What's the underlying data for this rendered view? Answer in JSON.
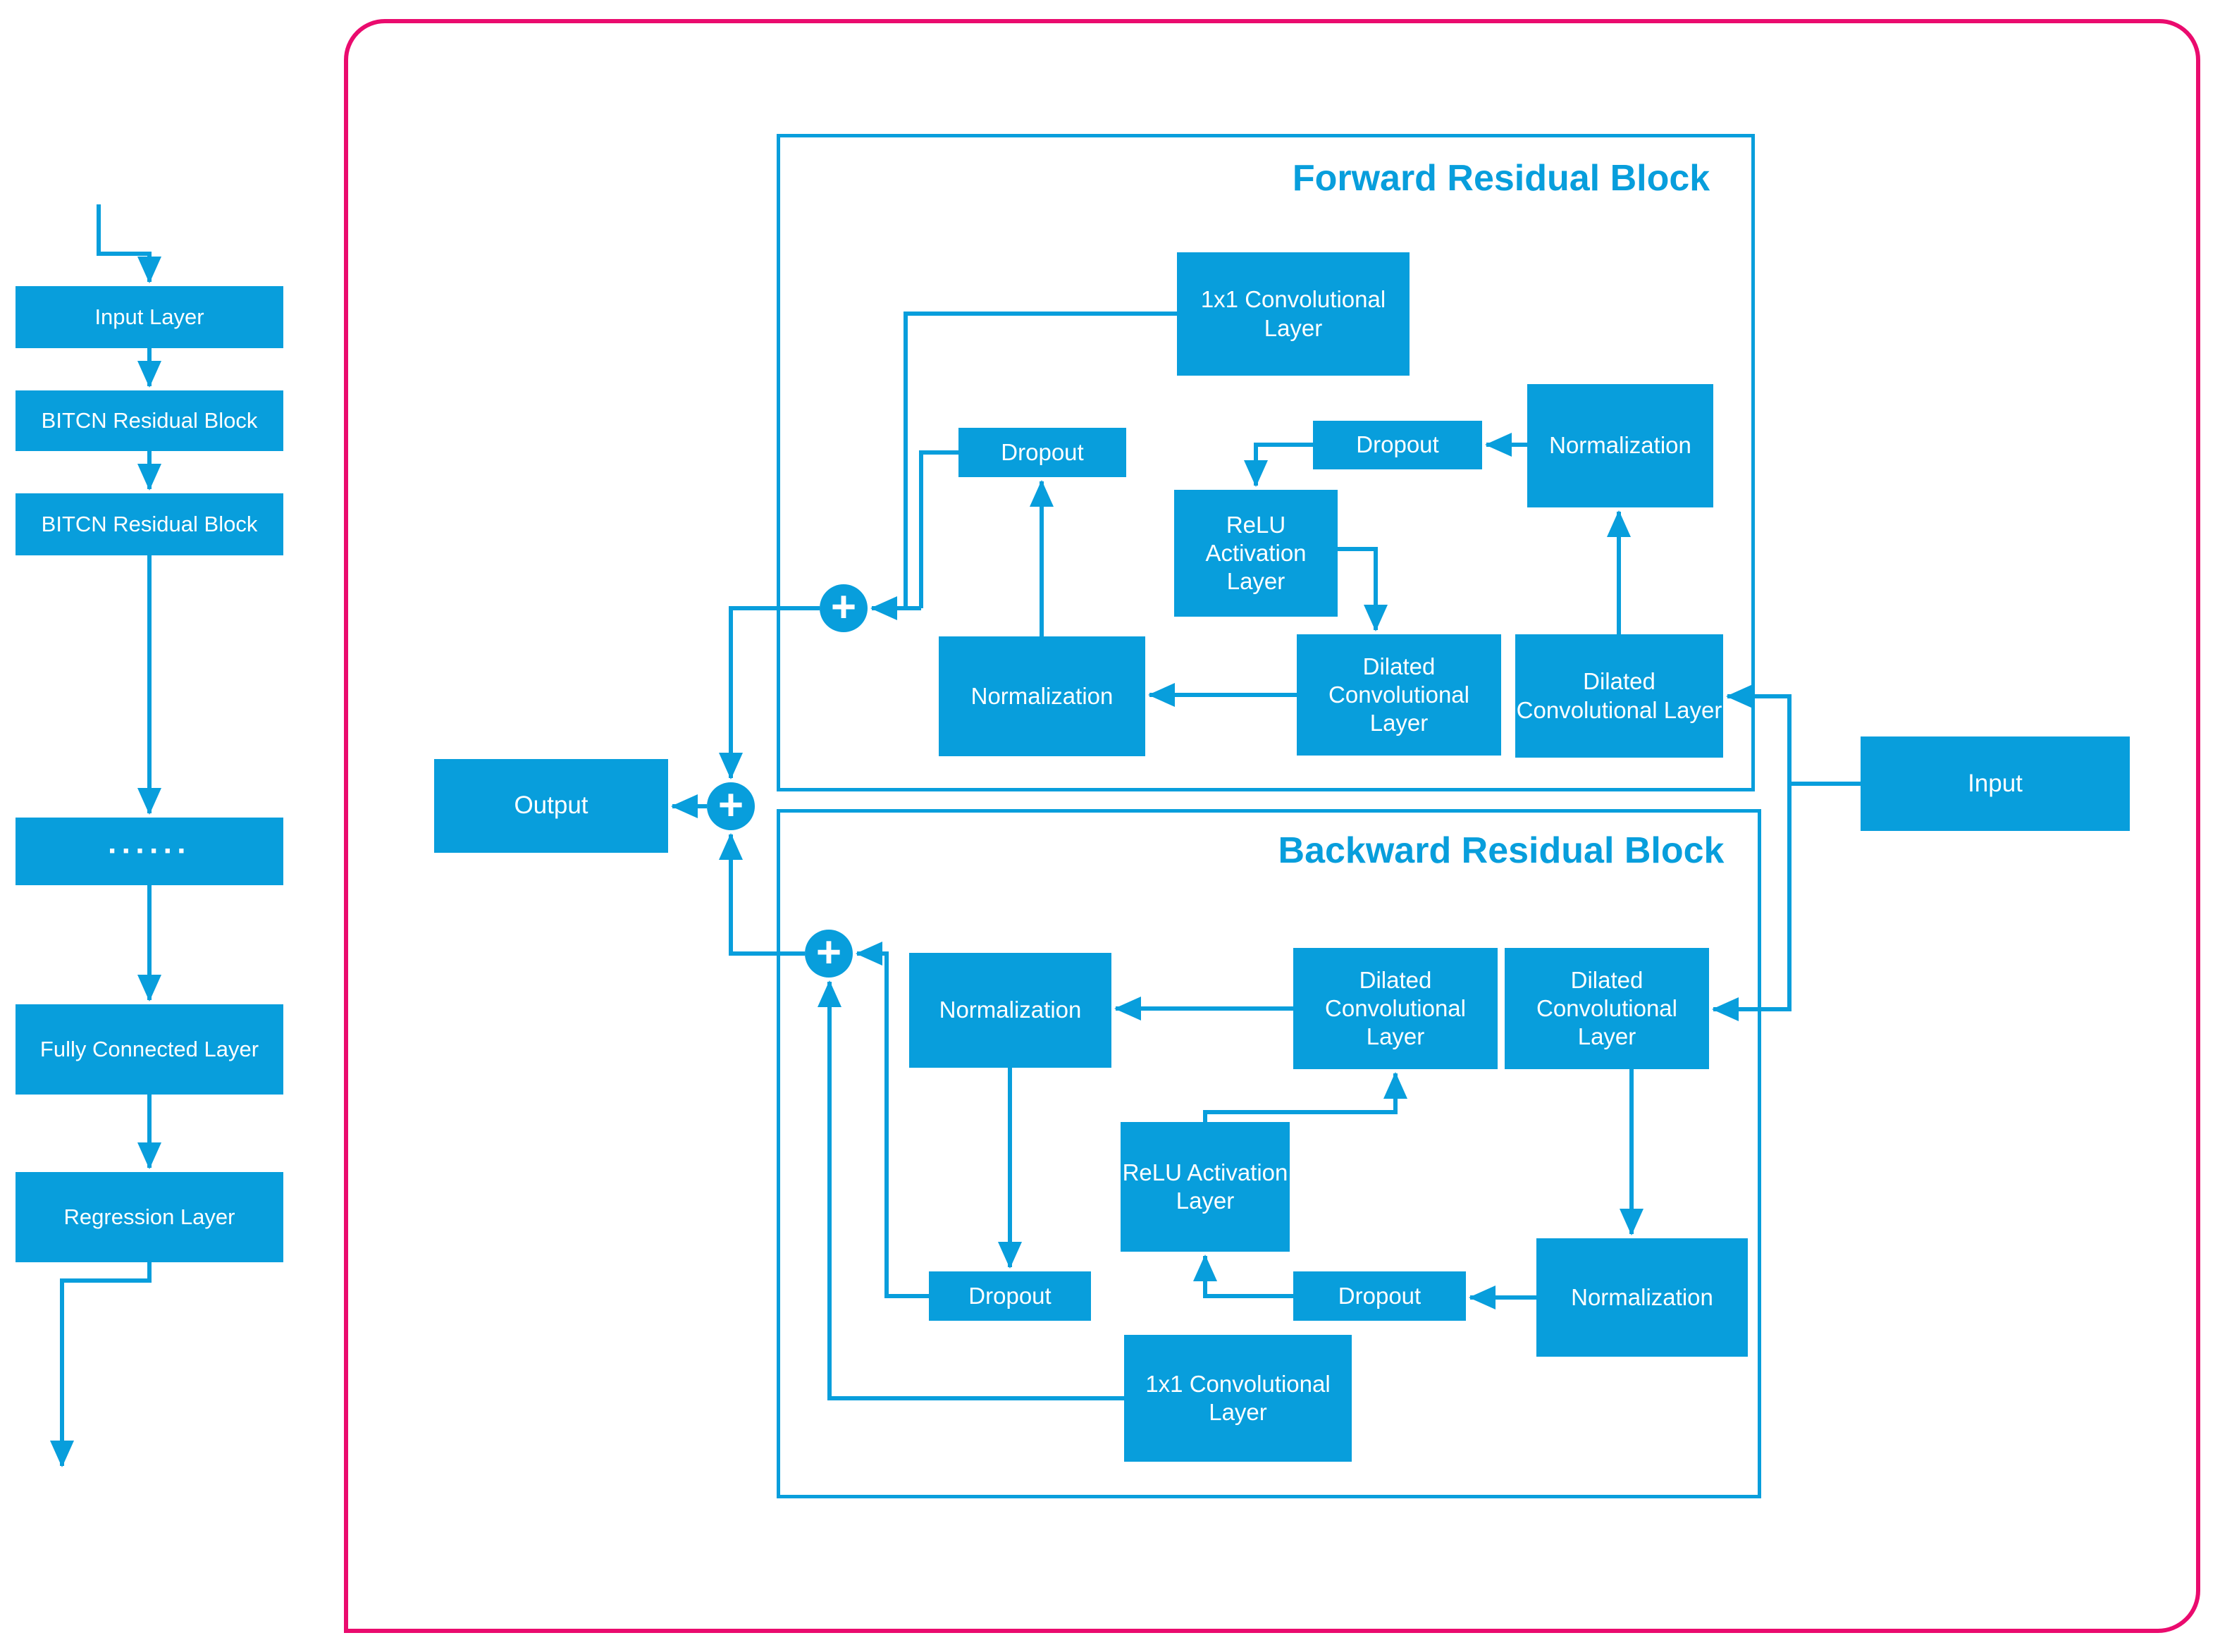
{
  "colors": {
    "accent_blue": "#089EDC",
    "frame_pink": "#EA0B6E",
    "text_white": "#FFFFFF"
  },
  "left_pipeline": {
    "nodes": [
      {
        "label": "Input Layer"
      },
      {
        "label": "BITCN Residual Block"
      },
      {
        "label": "BITCN Residual Block"
      },
      {
        "label": "······"
      },
      {
        "label": "Fully Connected Layer"
      },
      {
        "label": "Regression Layer"
      }
    ]
  },
  "io": {
    "input_label": "Input",
    "output_label": "Output"
  },
  "output_sum": {
    "plus": "+"
  },
  "forward_block": {
    "title": "Forward Residual Block",
    "plus": "+",
    "nodes": {
      "conv1x1": "1x1 Convolutional Layer",
      "dropout_skip": "Dropout",
      "norm_left": "Normalization",
      "relu": "ReLU Activation Layer",
      "dilated_mid": "Dilated Convolutional Layer",
      "dilated_right": "Dilated Convolutional Layer",
      "norm_right": "Normalization",
      "dropout_right": "Dropout"
    }
  },
  "backward_block": {
    "title": "Backward Residual Block",
    "plus": "+",
    "nodes": {
      "norm_left": "Normalization",
      "dilated_mid": "Dilated Convolutional Layer",
      "dilated_right": "Dilated Convolutional Layer",
      "relu": "ReLU Activation Layer",
      "dropout_left": "Dropout",
      "dropout_right": "Dropout",
      "norm_bottom": "Normalization",
      "conv1x1": "1x1 Convolutional Layer"
    }
  }
}
